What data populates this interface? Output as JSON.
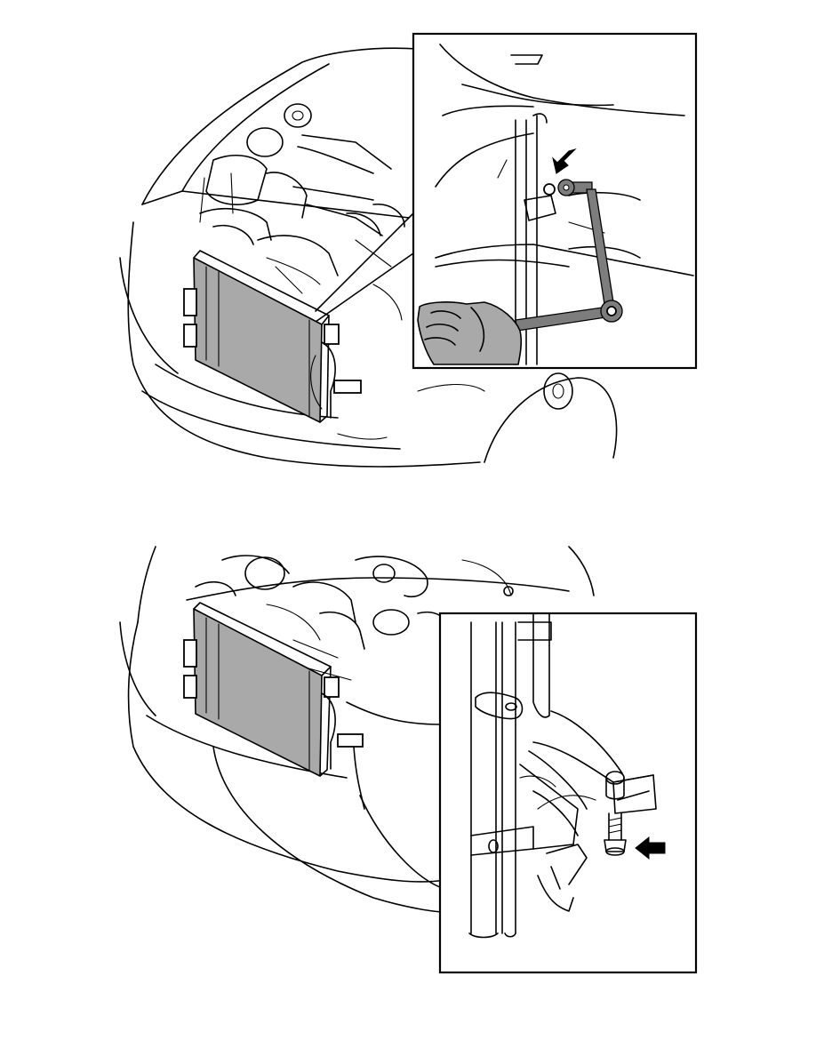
{
  "figures": [
    {
      "name": "top",
      "arrow_target": "level-sensor-link-nut"
    },
    {
      "name": "bottom",
      "arrow_target": "level-sensor-bolt"
    }
  ],
  "colors": {
    "line": "#000000",
    "component_fill": "#a9a9a9",
    "background": "#ffffff"
  }
}
